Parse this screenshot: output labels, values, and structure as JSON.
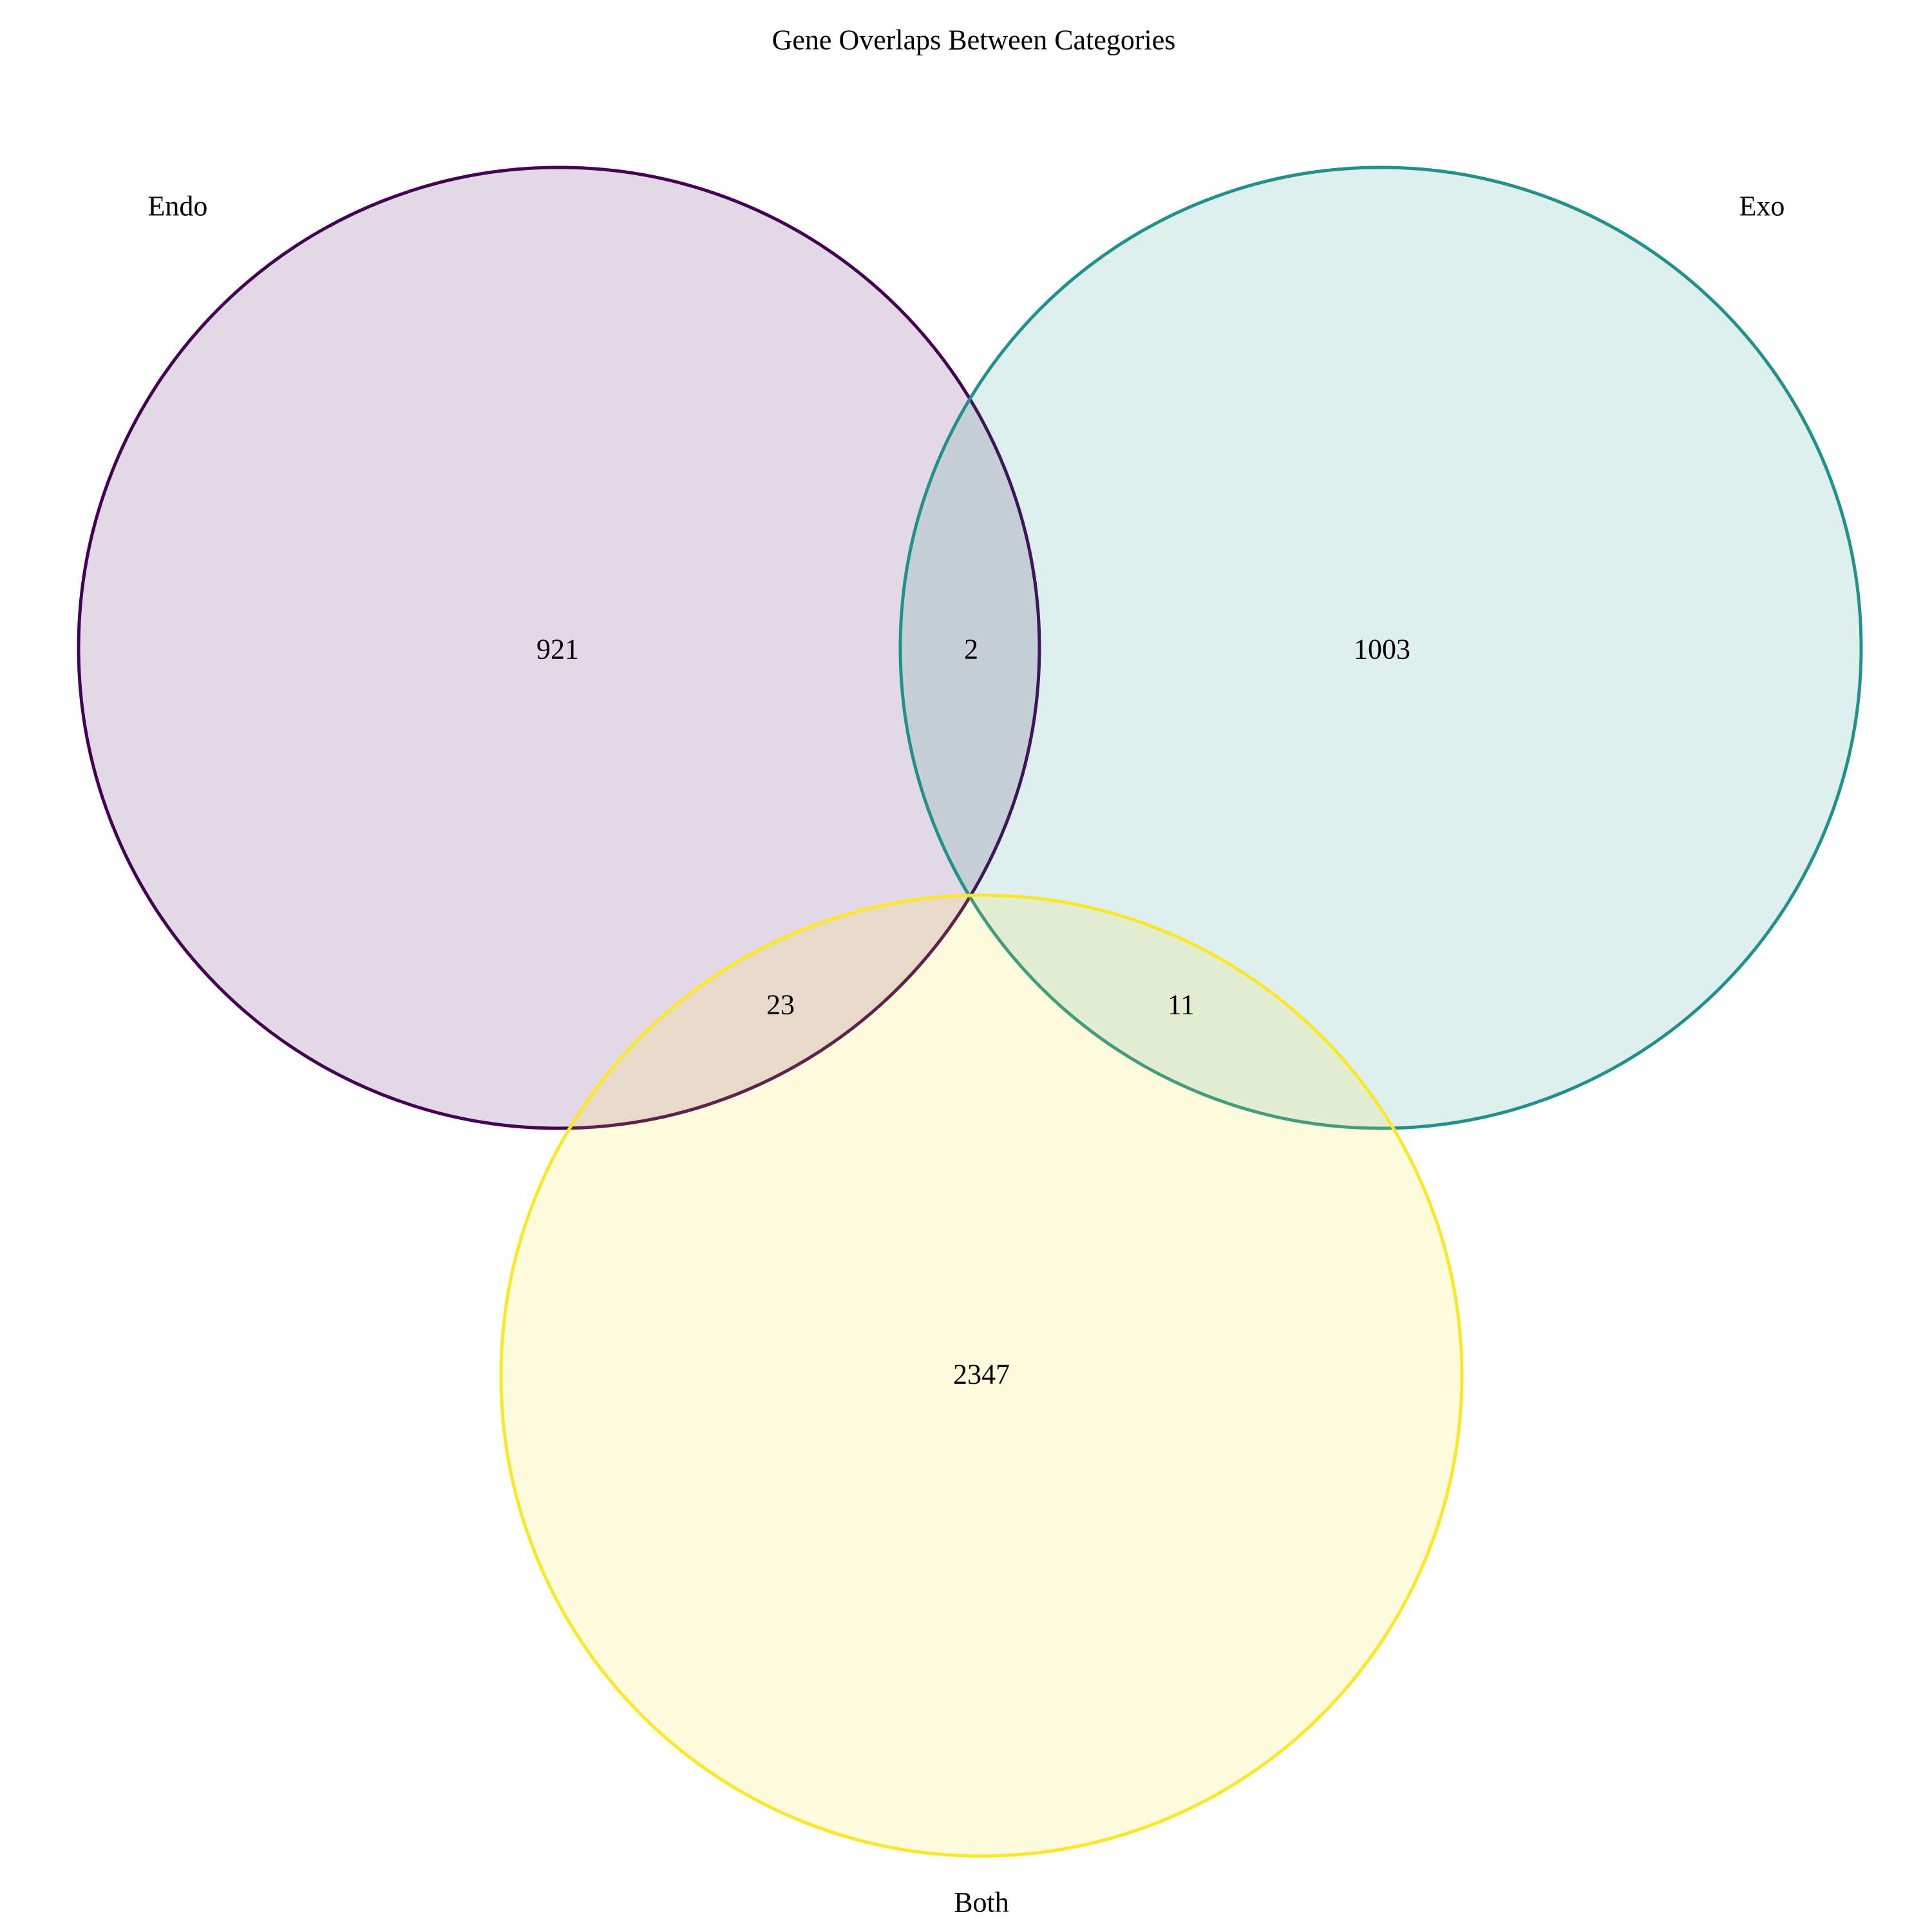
{
  "title": "Gene Overlaps Between Categories",
  "colors": {
    "endo": "#440154",
    "exo": "#21918c",
    "both": "#fde725"
  },
  "sets": {
    "endo": {
      "label": "Endo"
    },
    "exo": {
      "label": "Exo"
    },
    "both": {
      "label": "Both"
    }
  },
  "regions": {
    "endo_only": "921",
    "endo_exo": "2",
    "exo_only": "1003",
    "endo_both": "23",
    "exo_both": "11",
    "both_only": "2347"
  }
}
